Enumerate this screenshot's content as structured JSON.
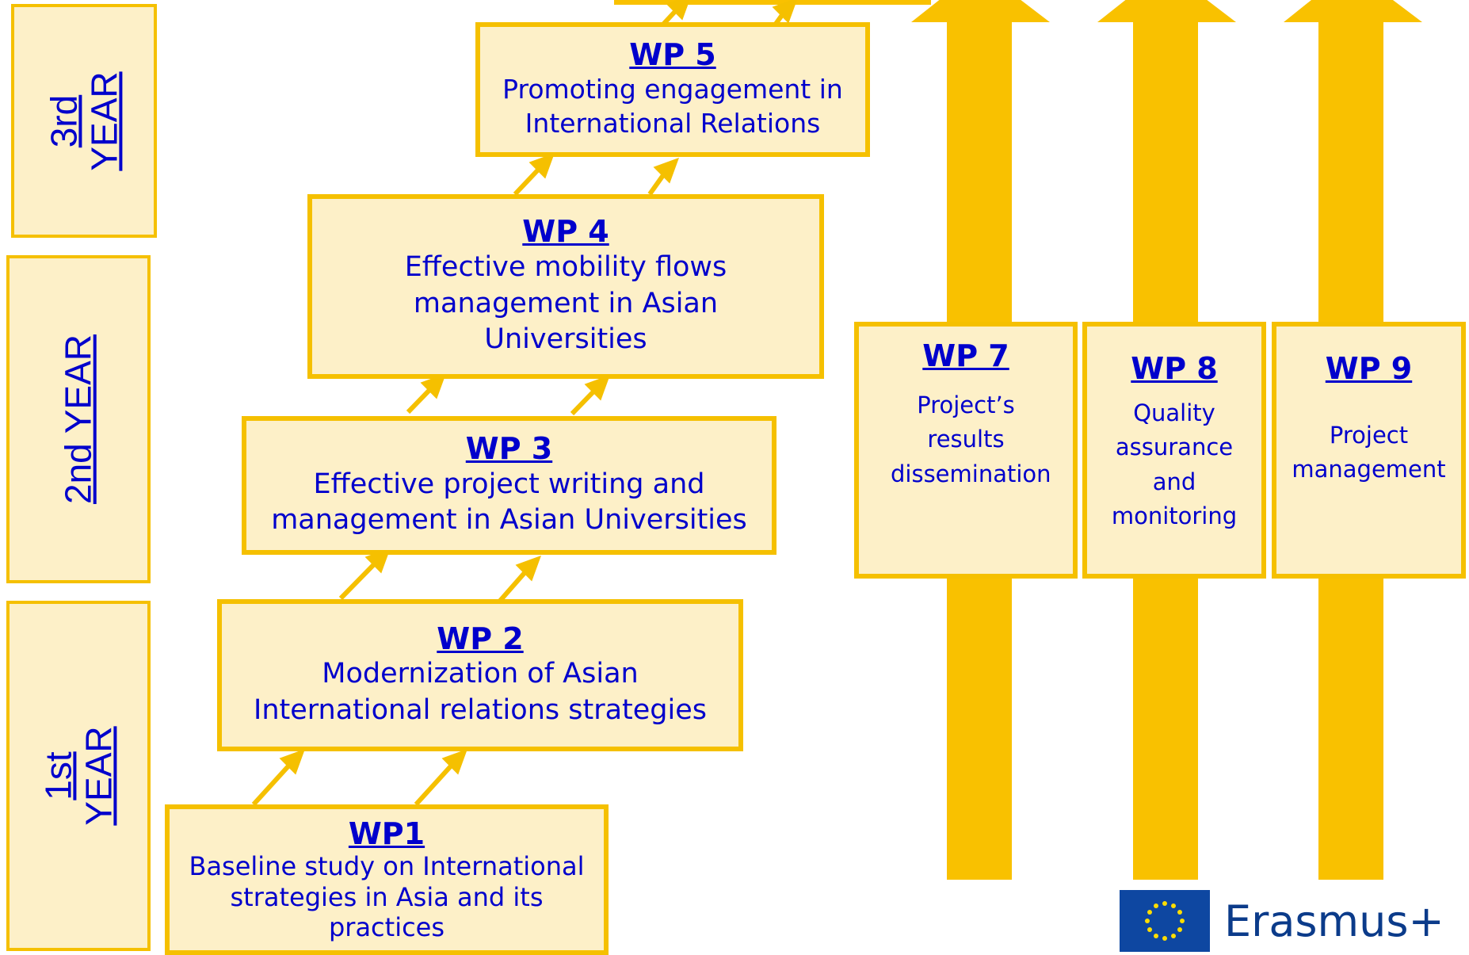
{
  "years": [
    {
      "label_line1": "3rd",
      "label_line2": "YEAR"
    },
    {
      "label_line1": "2nd  YEAR",
      "label_line2": ""
    },
    {
      "label_line1": "1st",
      "label_line2": "YEAR"
    }
  ],
  "work_packages": [
    {
      "id": "wp5",
      "title": "WP 5",
      "description": "Promoting engagement in International Relations"
    },
    {
      "id": "wp4",
      "title": "WP 4",
      "description": "Effective mobility flows management in Asian Universities"
    },
    {
      "id": "wp3",
      "title": "WP 3",
      "description": "Effective project writing and management in Asian Universities"
    },
    {
      "id": "wp2",
      "title": "WP 2",
      "description": "Modernization of Asian International relations strategies"
    },
    {
      "id": "wp1",
      "title": "WP1",
      "description": "Baseline study on International strategies in Asia and its practices"
    },
    {
      "id": "wp7",
      "title": "WP 7",
      "description": "Project’s results dissemination"
    },
    {
      "id": "wp8",
      "title": "WP 8",
      "description": "Quality assurance and monitoring"
    },
    {
      "id": "wp9",
      "title": "WP 9",
      "description": "Project management"
    }
  ],
  "logo": {
    "text": "Erasmus+",
    "flag": "eu-flag-icon"
  },
  "colors": {
    "accent": "#f5c000",
    "box_fill": "#fdf0c8",
    "text": "#0000cc"
  }
}
